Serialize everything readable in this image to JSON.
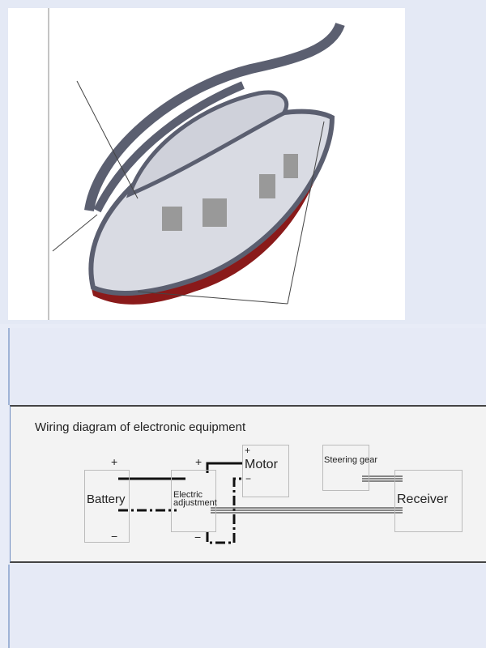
{
  "diagram": {
    "title": "Wiring diagram of electronic equipment",
    "components": {
      "battery": "Battery",
      "electric_adjustment_line1": "Electric",
      "electric_adjustment_line2": "adjustment",
      "motor": "Motor",
      "steering_gear": "Steering gear",
      "receiver": "Receiver"
    },
    "plus": "+",
    "minus": "−"
  },
  "colors": {
    "hull_gray": "#5b5f70",
    "hull_red": "#8a1a1a",
    "inner": "#d9dbe3"
  }
}
